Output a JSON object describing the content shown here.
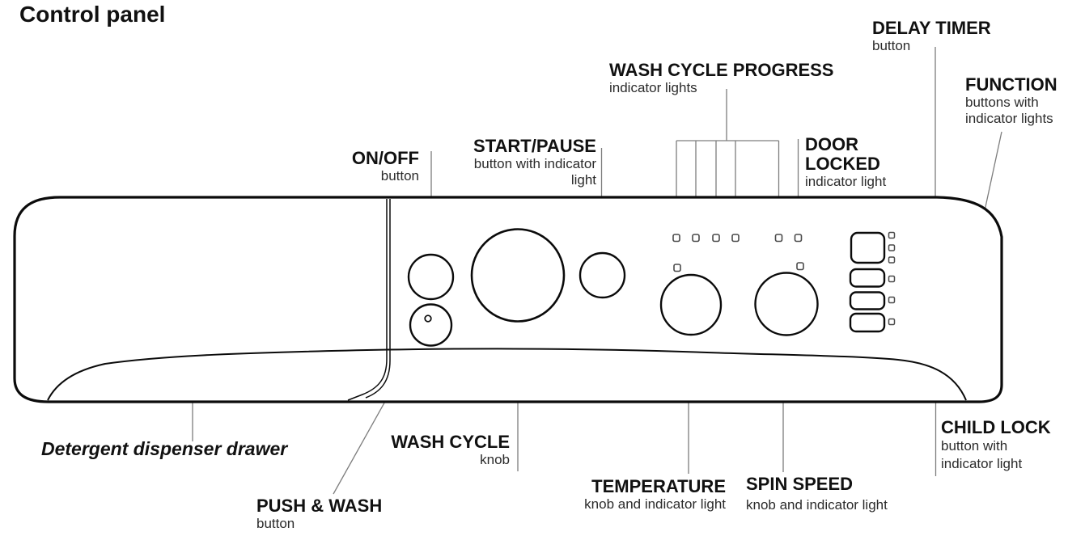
{
  "page_title": "Control panel",
  "callouts": {
    "on_off": {
      "title": "ON/OFF",
      "subtitle": "button"
    },
    "start_pause": {
      "title": "START/PAUSE",
      "subtitle_line1": "button with indicator",
      "subtitle_line2": "light"
    },
    "wash_cycle_progress": {
      "title": "WASH CYCLE PROGRESS",
      "subtitle": "indicator lights"
    },
    "delay_timer": {
      "title": "DELAY TIMER",
      "subtitle": "button"
    },
    "function": {
      "title": "FUNCTION",
      "subtitle_line1": "buttons with",
      "subtitle_line2": "indicator lights"
    },
    "door_locked": {
      "title_line1": "DOOR",
      "title_line2": "LOCKED",
      "subtitle": "indicator light"
    },
    "detergent_drawer": {
      "title": "Detergent dispenser drawer"
    },
    "wash_cycle": {
      "title": "WASH CYCLE",
      "subtitle": "knob"
    },
    "push_wash": {
      "title": "PUSH & WASH",
      "subtitle": "button"
    },
    "temperature": {
      "title": "TEMPERATURE",
      "subtitle": "knob and indicator light"
    },
    "spin_speed": {
      "title": "SPIN SPEED",
      "subtitle": "knob and indicator light"
    },
    "child_lock": {
      "title": "CHILD LOCK",
      "subtitle_line1": "button with",
      "subtitle_line2": "indicator light"
    }
  },
  "colors": {
    "background": "#ffffff",
    "label_text": "#111111",
    "sub_text": "#2b2b2b",
    "outline": "#0b0b0b",
    "leader_line": "#7d7d7d"
  }
}
